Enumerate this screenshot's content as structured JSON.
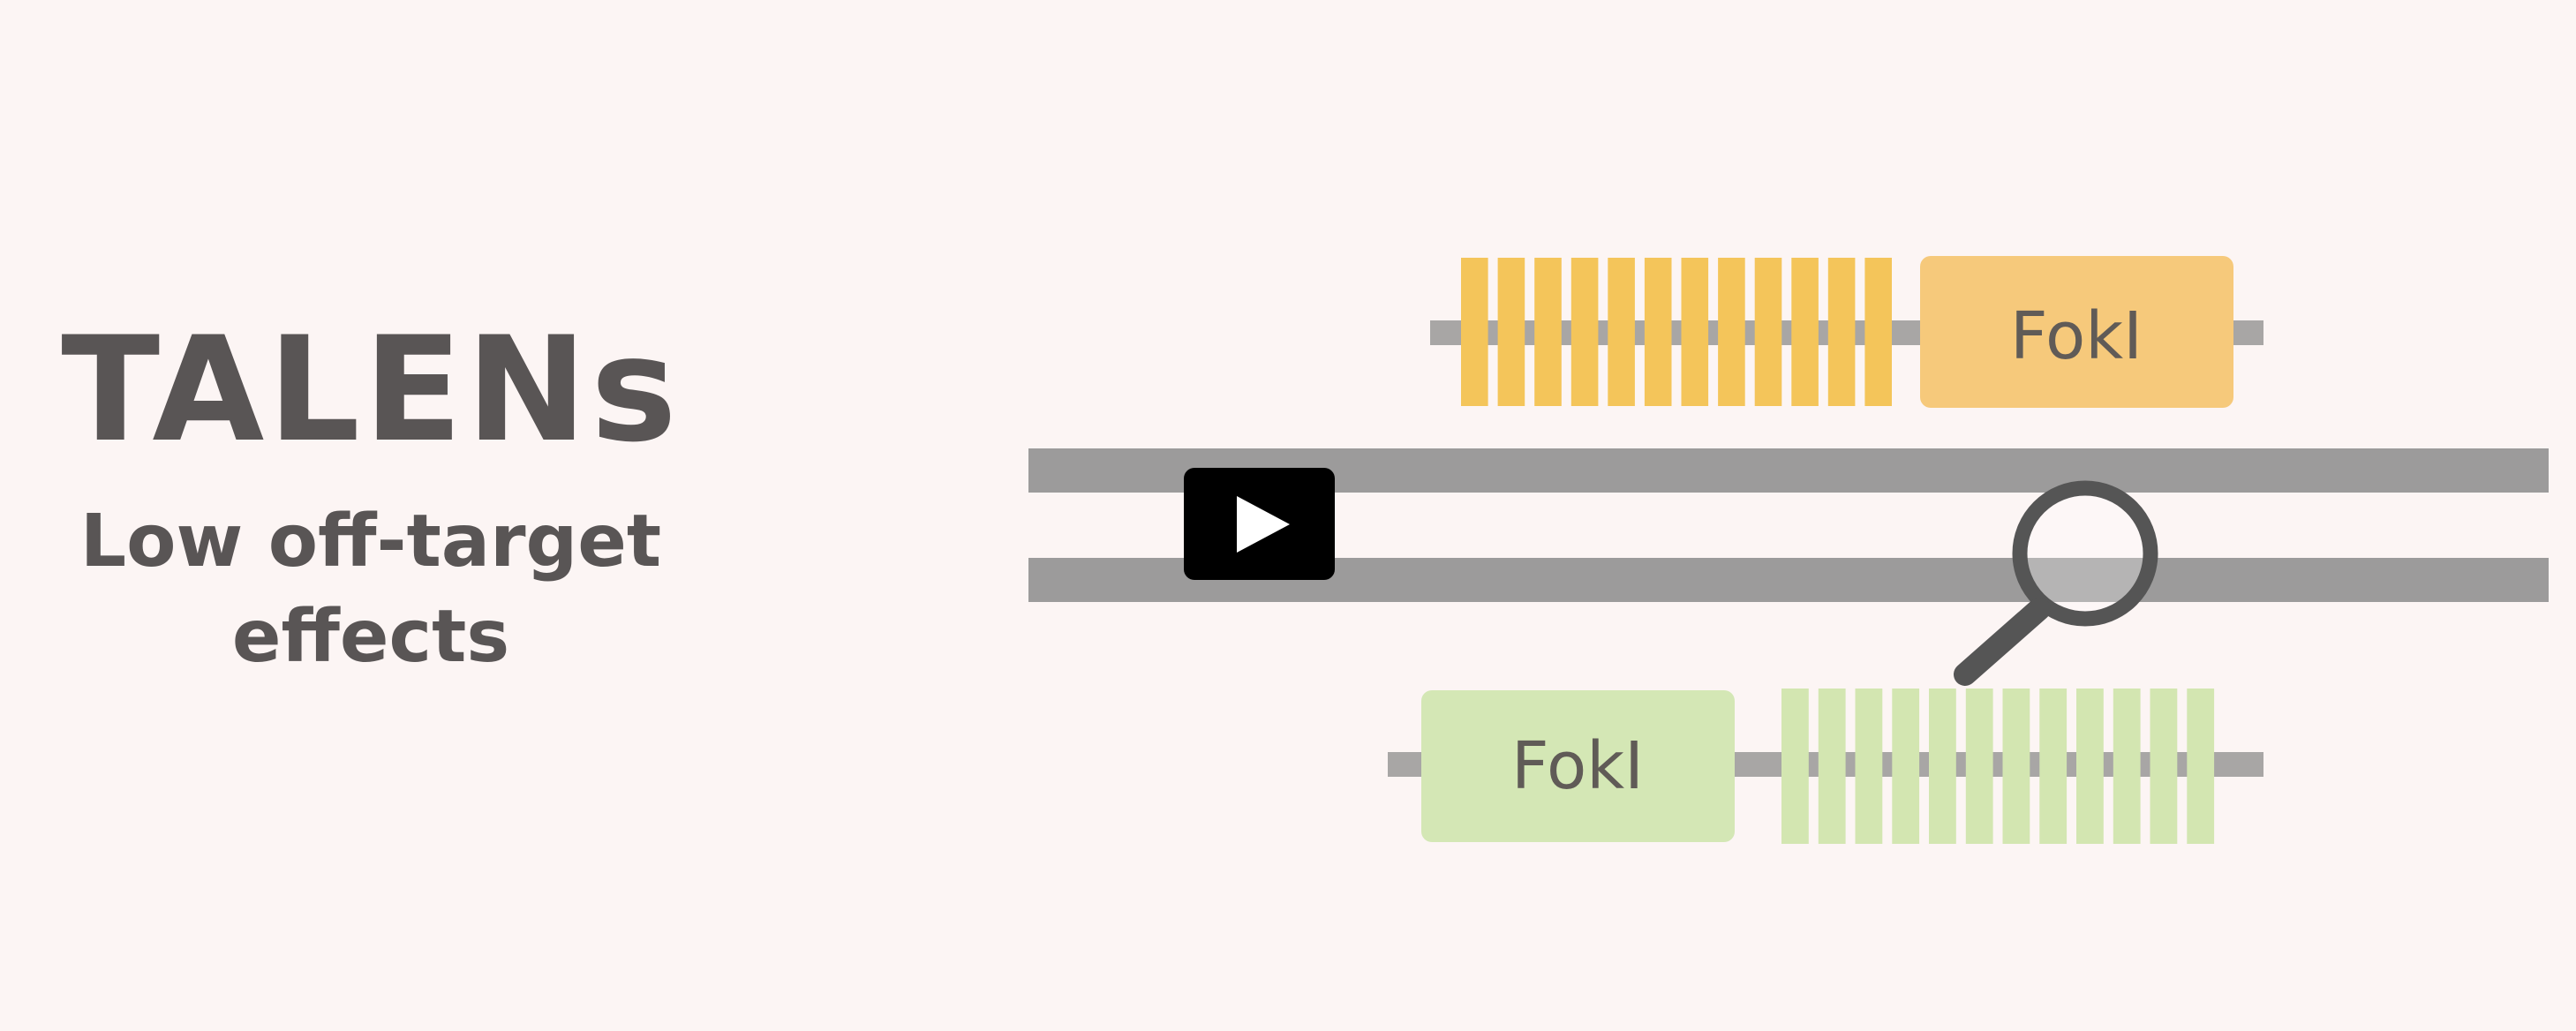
{
  "slide": {
    "title": "TALENs",
    "subtitle_line1": "Low off-target",
    "subtitle_line2": "effects"
  },
  "diagram": {
    "top_nuclease_label": "FokI",
    "bottom_nuclease_label": "FokI",
    "top_tale_repeats": 12,
    "bottom_tale_repeats": 12
  },
  "video": {
    "play_icon": "play-icon"
  },
  "colors": {
    "background": "#fcf5f4",
    "text": "#595555",
    "dna_strand": "#9c9b9b",
    "linker": "#a8a6a5",
    "top_repeat": "#f4c55a",
    "top_fokl": "#f6c97b",
    "bottom_repeat": "#d3e6b1",
    "bottom_fokl": "#d4e7b5",
    "magnifier": "#555555"
  }
}
